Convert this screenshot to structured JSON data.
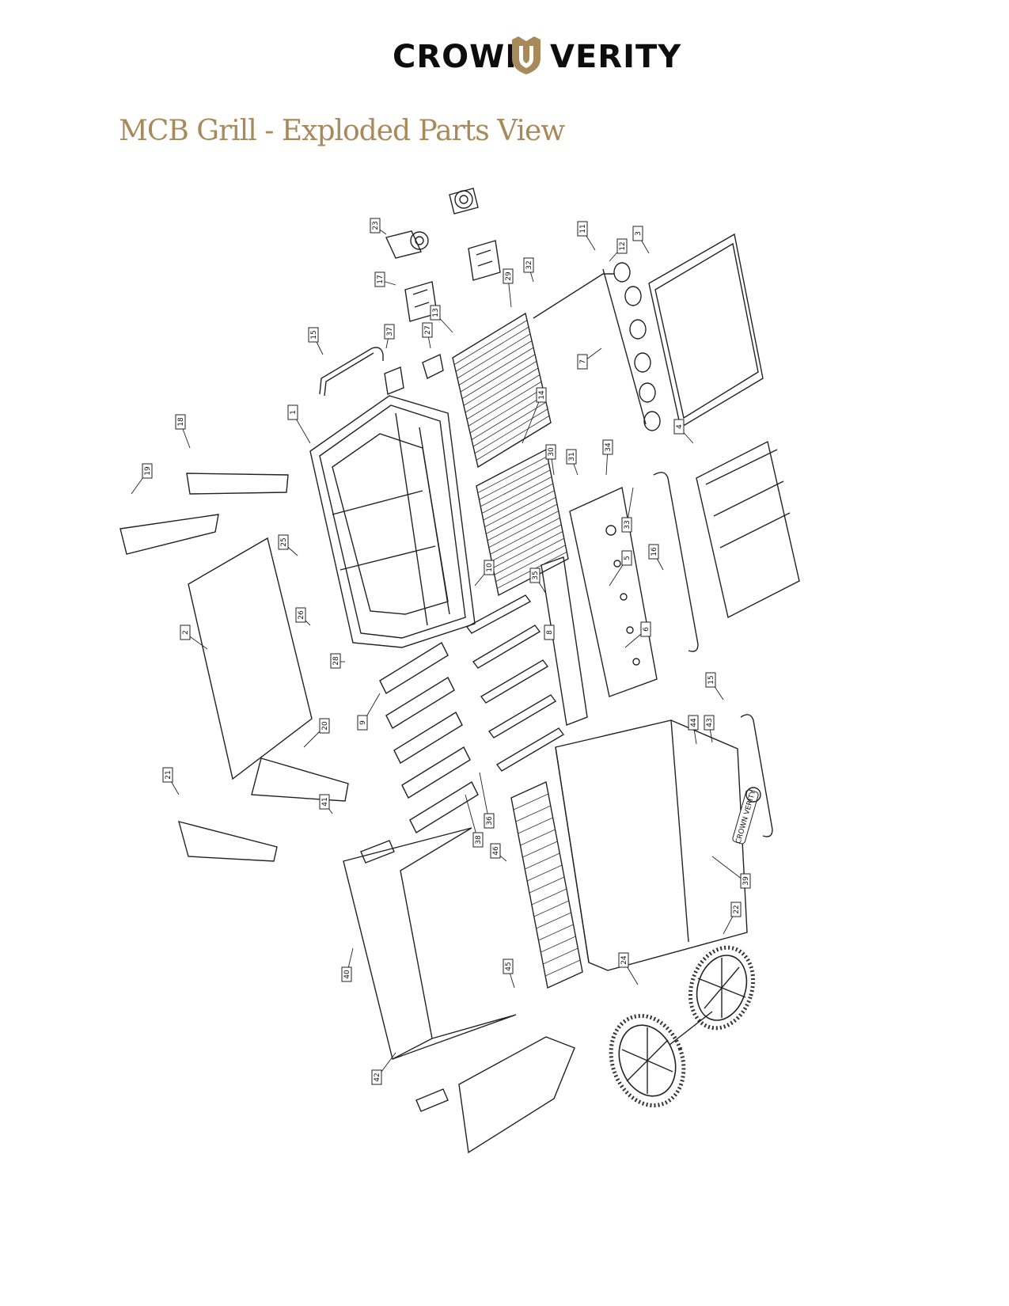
{
  "brand": {
    "left_word": "CROWN",
    "right_word": "VERITY",
    "accent_color": "#a8895a",
    "logo_icon": "crown-shield-icon"
  },
  "title": "MCB Grill - Exploded Parts View",
  "title_color": "#a8895a",
  "diagram": {
    "badge_text": "CROWN VERITY",
    "callouts": [
      "1",
      "2",
      "3",
      "4",
      "5",
      "6",
      "7",
      "8",
      "9",
      "10",
      "11",
      "12",
      "13",
      "14",
      "15",
      "15",
      "16",
      "17",
      "18",
      "19",
      "20",
      "21",
      "22",
      "23",
      "24",
      "25",
      "26",
      "27",
      "28",
      "29",
      "30",
      "31",
      "32",
      "33",
      "34",
      "35",
      "36",
      "37",
      "38",
      "39",
      "40",
      "41",
      "42",
      "43",
      "44",
      "45",
      "46"
    ]
  }
}
